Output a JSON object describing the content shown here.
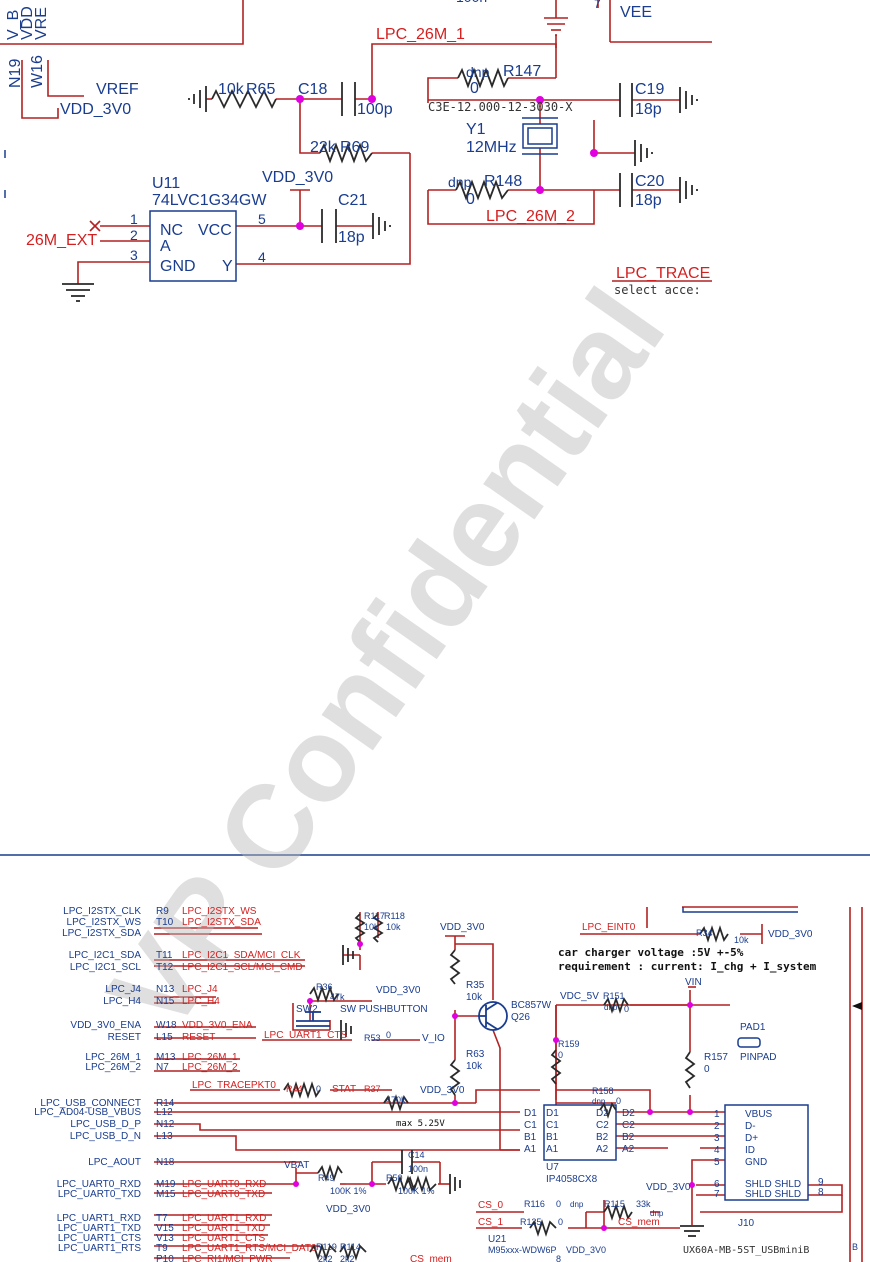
{
  "colors": {
    "wire": "#b22222",
    "label": "#1a3d8f",
    "net": "#d42020",
    "junction": "#e000e0"
  },
  "top": {
    "left_pins": [
      "V_B",
      "VDD",
      "VRE"
    ],
    "ball_n19": "N19",
    "ball_w16": "W16",
    "vref": "VREF",
    "vdd_3v0": "VDD_3V0",
    "top_cap_value": "100n",
    "vee": "VEE",
    "pin7": "7",
    "net_26m_1": "LPC_26M_1",
    "net_26m_2": "LPC_26M_2",
    "r65_value": "10k",
    "r65": "R65",
    "c18": "C18",
    "c18_value": "100p",
    "r69_value": "22k",
    "r69": "R69",
    "r147_dnp": "dnp",
    "r147": "R147",
    "r147_value": "0",
    "r148_dnp": "dnp",
    "r148": "R148",
    "r148_value": "0",
    "crystal_part": "C3E-12.000-12-3030-X",
    "y1": "Y1",
    "y1_value": "12MHz",
    "c19": "C19",
    "c19_value": "18p",
    "c20": "C20",
    "c20_value": "18p",
    "u11": "U11",
    "u11_part": "74LVC1G34GW",
    "u11_vdd": "VDD_3V0",
    "c21": "C21",
    "c21_value": "18p",
    "u11_nc": "NC",
    "u11_vcc": "VCC",
    "u11_a": "A",
    "u11_gnd": "GND",
    "u11_y": "Y",
    "pin1": "1",
    "pin2": "2",
    "pin3": "3",
    "pin4": "4",
    "pin5": "5",
    "net_26m_ext": "26M_EXT",
    "lpc_trace": "LPC_TRACE",
    "select_acce": "select acce:"
  },
  "watermark": "VP Confidential",
  "bottom": {
    "left_signals": [
      {
        "name": "LPC_I2STX_CLK",
        "ball": "R9",
        "net": "LPC_I2STX_WS"
      },
      {
        "name": "LPC_I2STX_WS",
        "ball": "T10",
        "net": "LPC_I2STX_SDA"
      },
      {
        "name": "LPC_I2STX_SDA",
        "ball": "",
        "net": ""
      },
      {
        "name": "LPC_I2C1_SDA",
        "ball": "T11",
        "net": "LPC_I2C1_SDA/MCI_CLK"
      },
      {
        "name": "LPC_I2C1_SCL",
        "ball": "T12",
        "net": "LPC_I2C1_SCL/MCI_CMD"
      },
      {
        "name": "LPC_J4",
        "ball": "N13",
        "net": "LPC_J4"
      },
      {
        "name": "LPC_H4",
        "ball": "N15",
        "net": "LPC_H4"
      },
      {
        "name": "VDD_3V0_ENA",
        "ball": "W18",
        "net": "VDD_3V0_ENA"
      },
      {
        "name": "RESET",
        "ball": "L15",
        "net": "RESET"
      },
      {
        "name": "LPC_26M_1",
        "ball": "M13",
        "net": "LPC_26M_1"
      },
      {
        "name": "LPC_26M_2",
        "ball": "N7",
        "net": "LPC_26M_2"
      },
      {
        "name": "LPC_USB_CONNECT",
        "ball": "R14",
        "net": ""
      },
      {
        "name": "LPC_AD04-USB_VBUS",
        "ball": "L12",
        "net": ""
      },
      {
        "name": "LPC_USB_D_P",
        "ball": "N12",
        "net": ""
      },
      {
        "name": "LPC_USB_D_N",
        "ball": "L13",
        "net": ""
      },
      {
        "name": "LPC_AOUT",
        "ball": "N18",
        "net": ""
      },
      {
        "name": "LPC_UART0_RXD",
        "ball": "M19",
        "net": "LPC_UART0_RXD"
      },
      {
        "name": "LPC_UART0_TXD",
        "ball": "M15",
        "net": "LPC_UART0_TXD"
      },
      {
        "name": "LPC_UART1_RXD",
        "ball": "T7",
        "net": "LPC_UART1_RXD"
      },
      {
        "name": "LPC_UART1_TXD",
        "ball": "V15",
        "net": "LPC_UART1_TXD"
      },
      {
        "name": "LPC_UART1_CTS",
        "ball": "V13",
        "net": "LPC_UART1_CTS"
      },
      {
        "name": "LPC_UART1_RTS",
        "ball": "T9",
        "net": "LPC_UART1_RTS/MCI_DAT0"
      },
      {
        "name": "",
        "ball": "P10",
        "net": "LPC_RI1/MCI_PWR"
      }
    ],
    "r117": "R117",
    "r118": "R118",
    "r117_value": "10k",
    "r118_value": "10k",
    "vdd_3v0": "VDD_3V0",
    "r36": "R36",
    "r36_value": "47k",
    "sw2": "SW2",
    "sw_pushbutton": "SW PUSHBUTTON",
    "r35": "R35",
    "r35_value": "10k",
    "r63": "R63",
    "r63_value": "10k",
    "q26_part": "BC857W",
    "q26": "Q26",
    "uart1_cts": "LPC_UART1_CTS",
    "r53": "R53",
    "r53_value": "0",
    "v_io": "V_IO",
    "tracepkt": "LPC_TRACEPKT0",
    "r44": "R44",
    "r44_value": "0",
    "stat": "STAT",
    "r37": "R37",
    "r37_value": "470k",
    "max_525": "max 5.25V",
    "lpc_eint0": "LPC_EINT0",
    "r34": "R34",
    "r34_value": "10k",
    "charger_line1": "car charger voltage :5V +-5%",
    "charger_line2": "requirement : current: I_chg + I_system",
    "vin": "VIN",
    "vdc_5v": "VDC_5V",
    "r151": "R151",
    "r151_dnp": "dnp",
    "r151_value": "0",
    "pad1": "PAD1",
    "pinpad": "PINPAD",
    "r159": "R159",
    "r159_value": "0",
    "r157": "R157",
    "r157_value": "0",
    "r158": "R158",
    "r158_dnp": "dnp",
    "r158_value": "0",
    "u7_pins_left": [
      "D1",
      "C1",
      "B1",
      "A1"
    ],
    "u7_pins_right": [
      "D2",
      "C2",
      "B2",
      "A2"
    ],
    "u7": "U7",
    "u7_part": "IP4058CX8",
    "j10_pins": [
      {
        "num": "1",
        "name": "VBUS"
      },
      {
        "num": "2",
        "name": "D-"
      },
      {
        "num": "3",
        "name": "D+"
      },
      {
        "num": "4",
        "name": "ID"
      },
      {
        "num": "5",
        "name": "GND"
      },
      {
        "num": "6",
        "name": "SHLD SHLD",
        "num2": "9"
      },
      {
        "num": "7",
        "name": "SHLD SHLD",
        "num2": "8"
      }
    ],
    "j10": "J10",
    "j10_part": "UX60A-MB-5ST_USBminiB",
    "vbat": "VBAT",
    "c14": "C14",
    "c14_value": "100n",
    "r49": "R49",
    "r49_value": "100K 1%",
    "r50": "R50",
    "r50_value": "100K 1%",
    "cs_0": "CS_0",
    "r116": "R116",
    "r116_value": "0",
    "r116_dnp": "dnp",
    "r115": "R115",
    "r115_value": "33k",
    "r115_dnp": "dnp",
    "cs_1": "CS_1",
    "r135": "R135",
    "r135_value": "0",
    "cs_mem": "CS_mem",
    "u21": "U21",
    "u21_part": "M95xxx-WDW6P",
    "r119": "R119",
    "r114": "R114",
    "r119_value": "2k2",
    "r114_value": "2k2",
    "pin_b": "B",
    "pin_8": "8"
  }
}
